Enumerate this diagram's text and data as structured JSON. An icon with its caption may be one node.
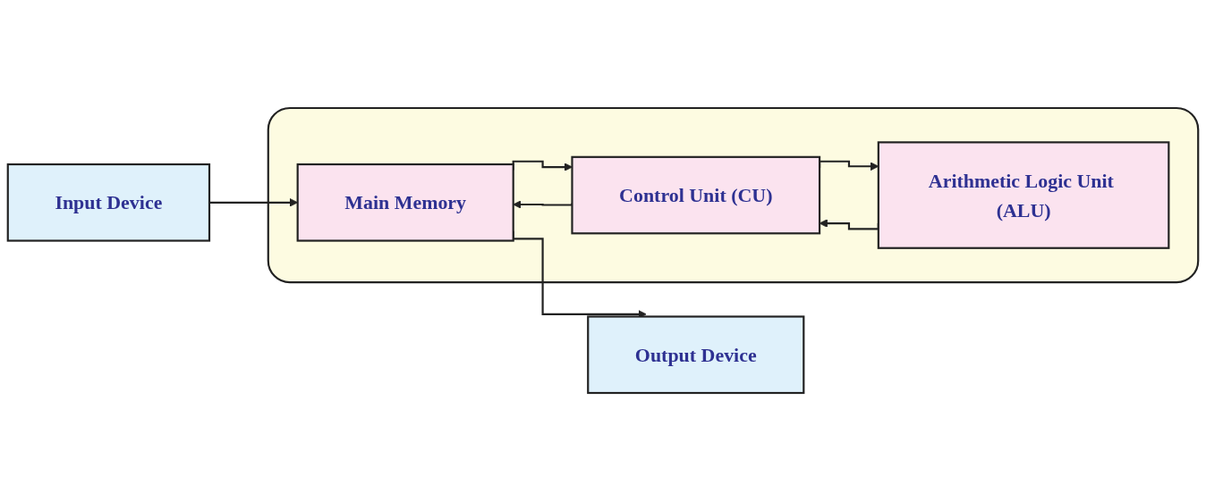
{
  "diagram": {
    "nodes": [
      {
        "text": [
          "Input Device"
        ]
      },
      {
        "text": [],
        "shape": "box"
      },
      {
        "text": [
          "Main Memory"
        ],
        "in": 1
      },
      {
        "text": [
          "Control Unit (CU)"
        ],
        "in": 1
      },
      {
        "text": [
          "Arithmetic Logic Unit (ALU)"
        ],
        "in": 1
      },
      {
        "text": [
          "Output Device"
        ]
      }
    ],
    "edges": [
      {
        "from": 0,
        "to": 2,
        "arrow": "to"
      },
      {
        "from": 2,
        "to": 3,
        "arrow": "to"
      },
      {
        "from": 3,
        "to": 2,
        "arrow": "to"
      },
      {
        "from": 3,
        "to": 4,
        "arrow": "to"
      },
      {
        "from": 4,
        "to": 3,
        "arrow": "to"
      },
      {
        "from": 2,
        "to": 5,
        "arrow": "to"
      }
    ]
  }
}
